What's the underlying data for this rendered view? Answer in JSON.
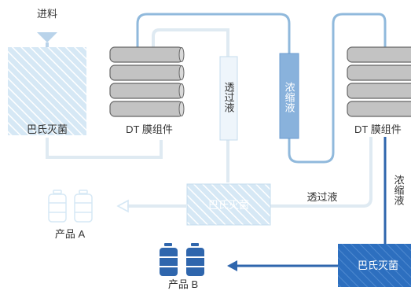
{
  "labels": {
    "feed": "进料",
    "pasteurizer_left": "巴氏灭菌",
    "module_left": "DT 膜组件",
    "module_right": "DT 膜组件",
    "permeate_tank": "透过液",
    "concentrate_tank": "浓缩液",
    "permeate_line": "透过液",
    "concentrate_line": "浓缩液",
    "pasteurizer_middle": "巴氏灭菌",
    "pasteurizer_bottom": "巴氏灭菌",
    "product_a": "产品 A",
    "product_b": "产品 B"
  },
  "colors": {
    "light_pipe": "#dfeaf2",
    "medium_pipe": "#90b9dc",
    "dark_pipe": "#2f66ad",
    "light_fill": "#d6e8f5",
    "dark_fill": "#2d6fbf",
    "tube_fill": "#c3c3c3",
    "tube_stroke": "#666666"
  },
  "icons": [
    "feed-funnel-icon",
    "arrow-left-icon",
    "bottle-icon"
  ]
}
